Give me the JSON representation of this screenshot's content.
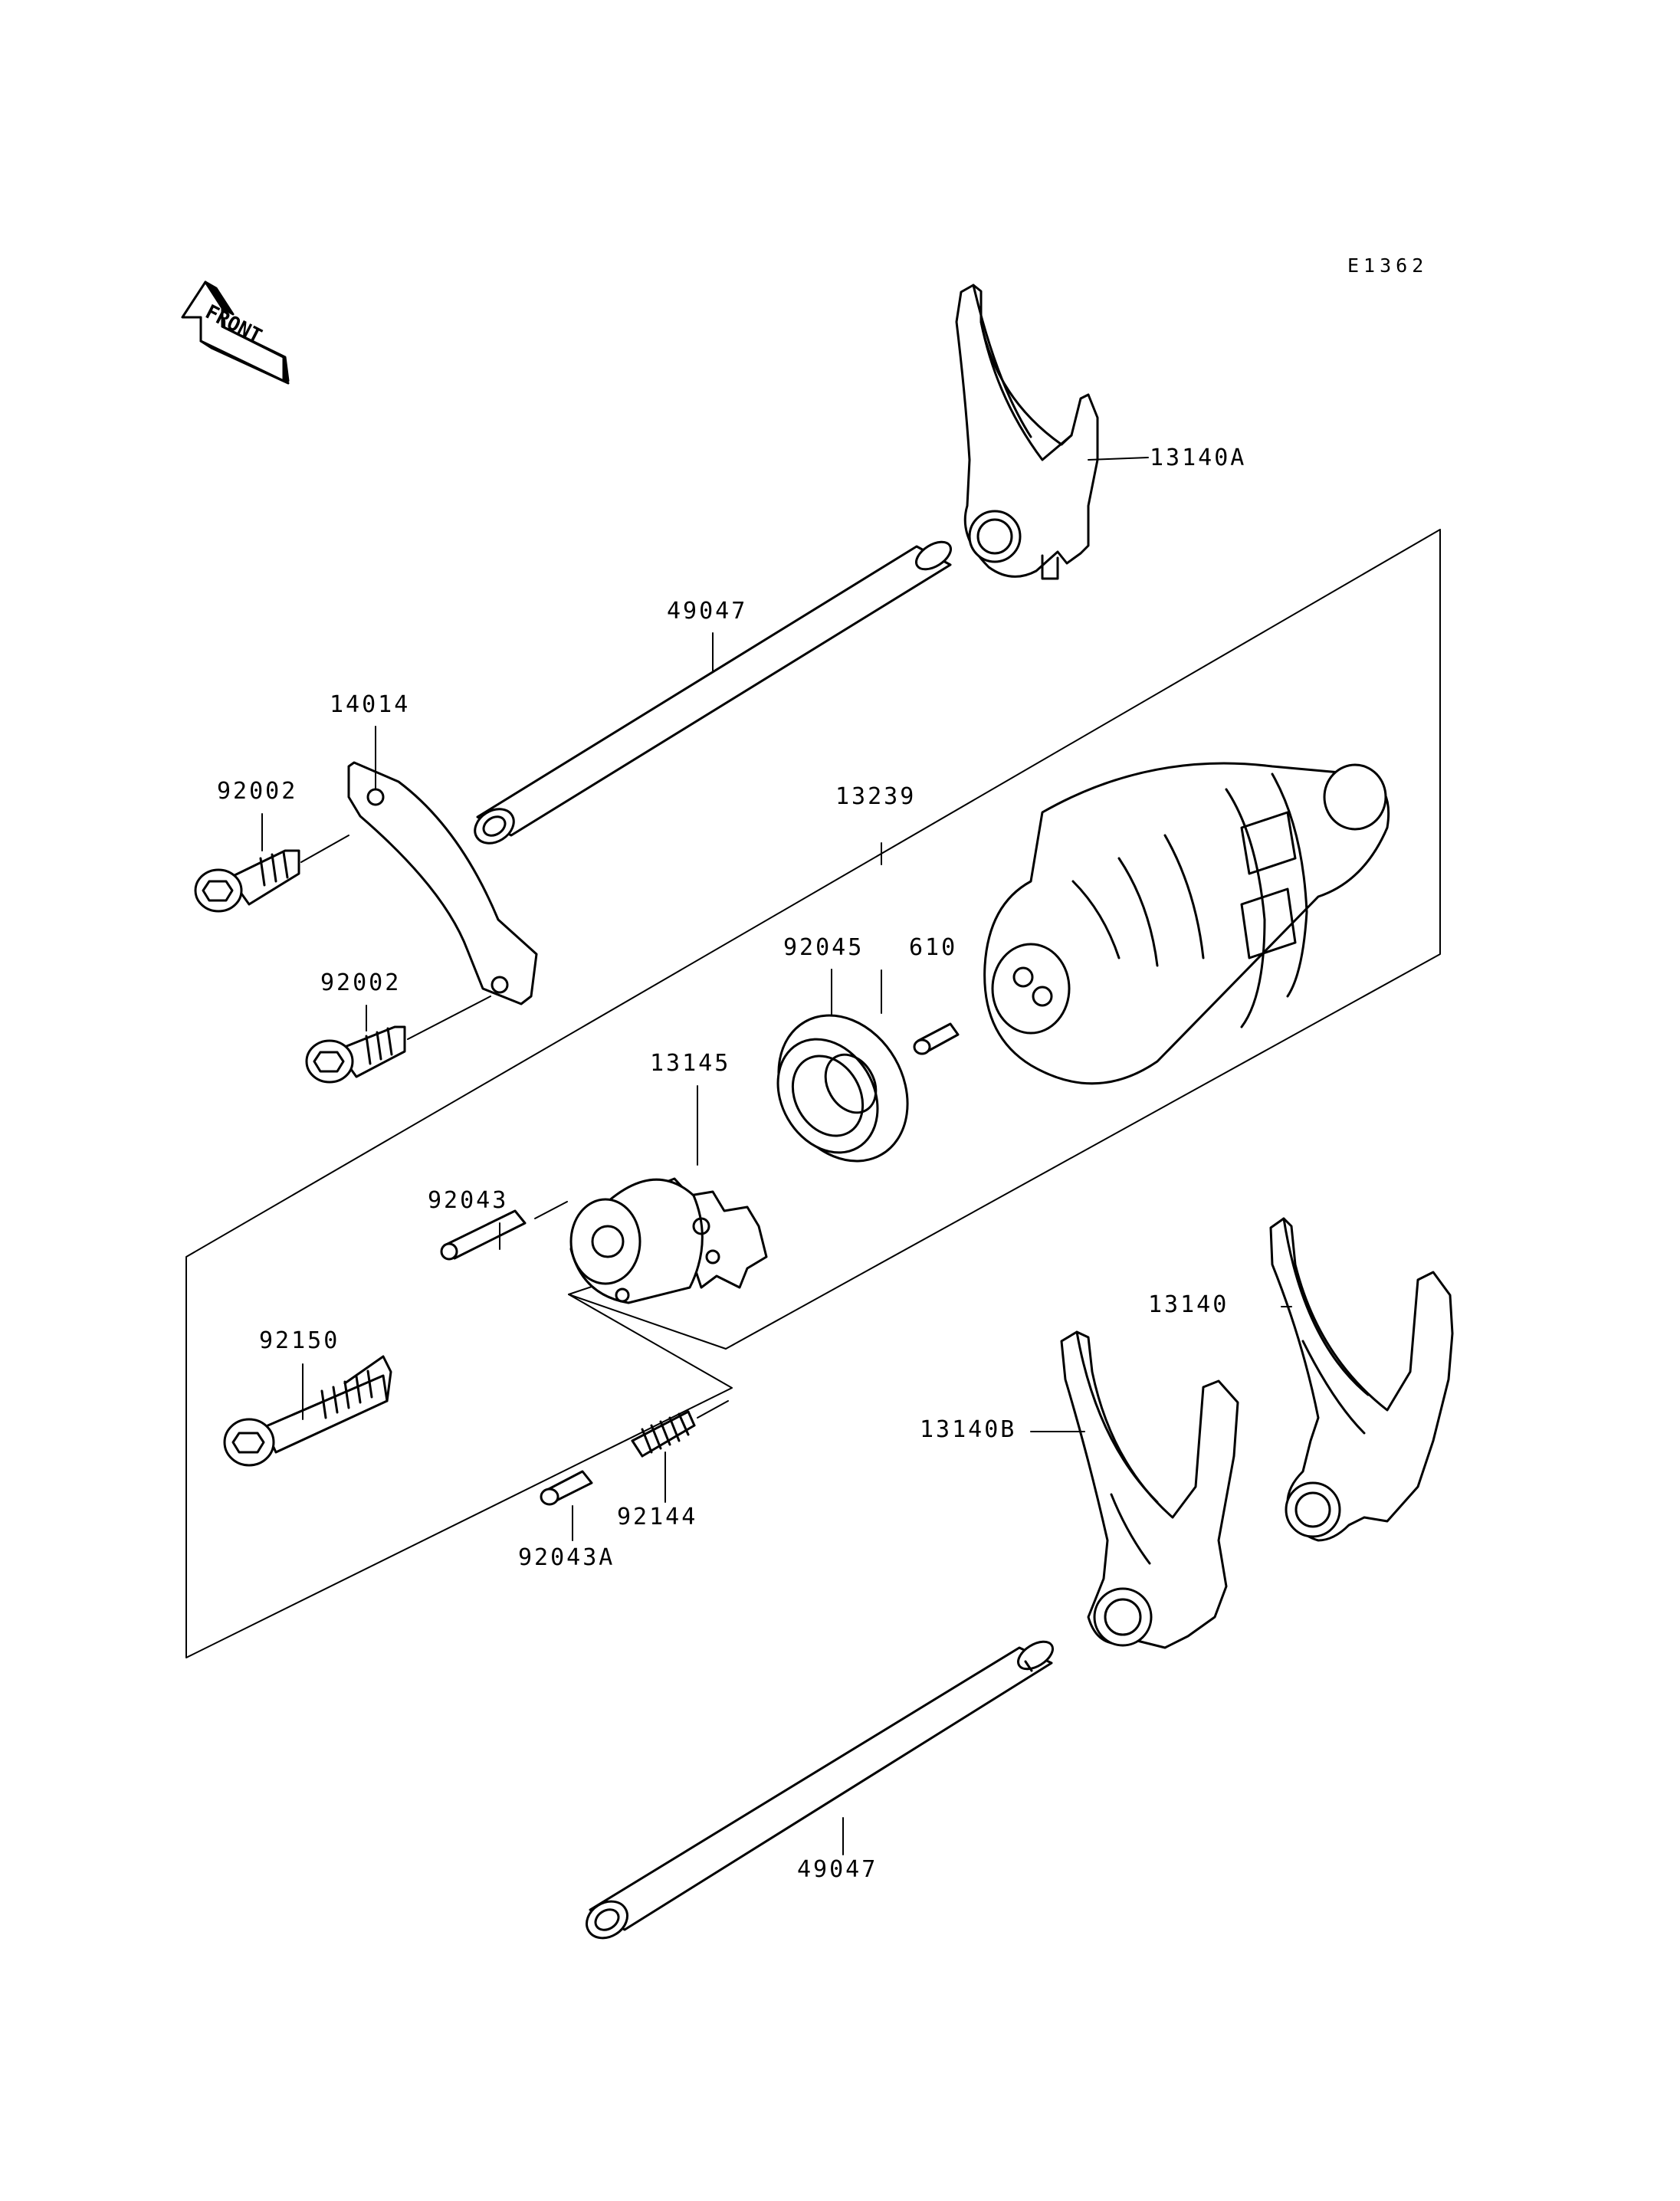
{
  "diagram": {
    "code": "E1362",
    "front_text": "FRONT",
    "parts": [
      {
        "id": "fork-a",
        "number": "13140A"
      },
      {
        "id": "rod-top",
        "number": "49047"
      },
      {
        "id": "plate",
        "number": "14014"
      },
      {
        "id": "bolt-1",
        "number": "92002"
      },
      {
        "id": "bolt-2",
        "number": "92002"
      },
      {
        "id": "drum",
        "number": "13239"
      },
      {
        "id": "bearing",
        "number": "92045"
      },
      {
        "id": "pin",
        "number": "610"
      },
      {
        "id": "holder",
        "number": "13145"
      },
      {
        "id": "pin-2",
        "number": "92043"
      },
      {
        "id": "bolt-3",
        "number": "92150"
      },
      {
        "id": "spring",
        "number": "92144"
      },
      {
        "id": "pin-3",
        "number": "92043A"
      },
      {
        "id": "fork",
        "number": "13140"
      },
      {
        "id": "fork-b",
        "number": "13140B"
      },
      {
        "id": "rod-bottom",
        "number": "49047"
      }
    ]
  }
}
